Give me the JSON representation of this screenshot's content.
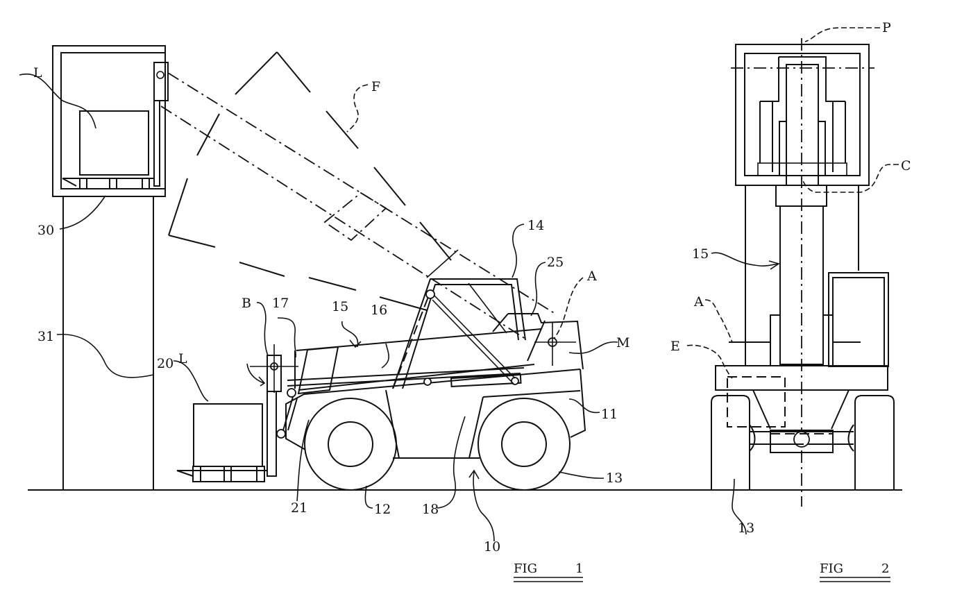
{
  "drawing": {
    "type": "patent-drawing",
    "subject": "telescopic handler with lifting platform"
  },
  "figures": [
    {
      "id": "fig1",
      "caption": "FIG",
      "number": "1",
      "view": "side elevation"
    },
    {
      "id": "fig2",
      "caption": "FIG",
      "number": "2",
      "view": "front elevation"
    }
  ],
  "fig1_labels": {
    "L_upper": "L",
    "F": "F",
    "30": "30",
    "31": "31",
    "14": "14",
    "25": "25",
    "A": "A",
    "B": "B",
    "17": "17",
    "15": "15",
    "16": "16",
    "M": "M",
    "20": "20",
    "L_lower": "L",
    "11": "11",
    "21": "21",
    "12": "12",
    "18": "18",
    "13": "13",
    "10": "10"
  },
  "fig2_labels": {
    "P": "P",
    "C": "C",
    "15": "15",
    "A": "A",
    "E": "E",
    "13": "13"
  }
}
